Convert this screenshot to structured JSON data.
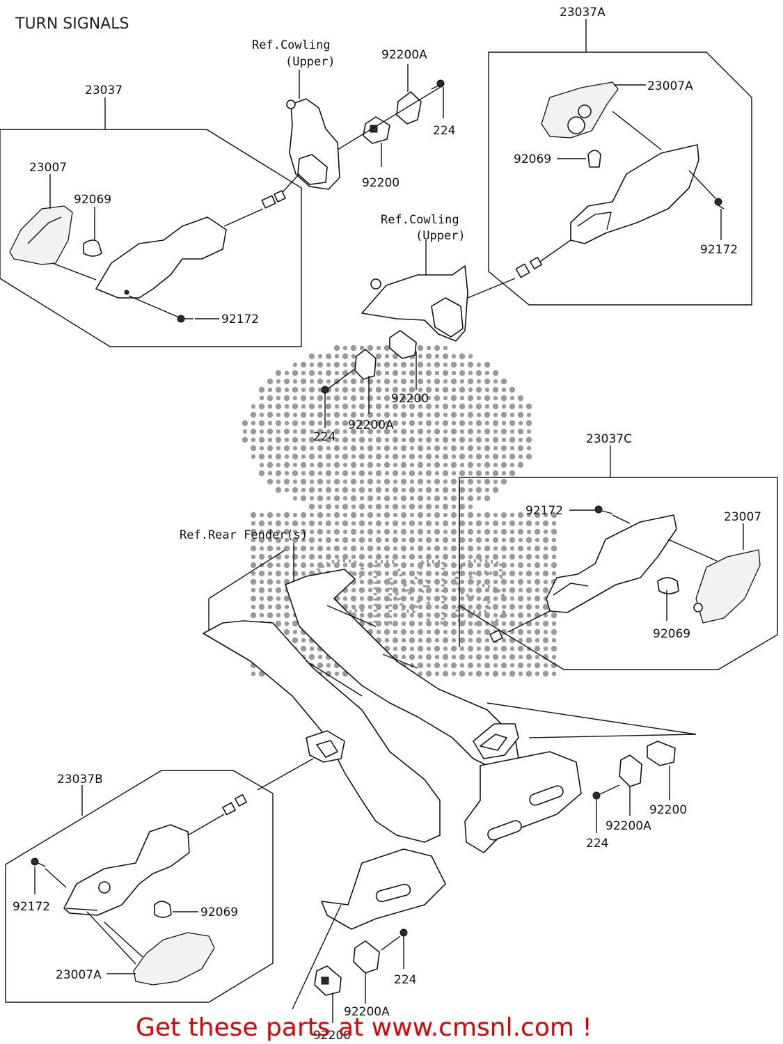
{
  "title": "TURN SIGNALS",
  "labels": {
    "a23037A": "23037A",
    "a23007A_top": "23007A",
    "a92069_tr": "92069",
    "a92172_tr": "92172",
    "ref_cowl1": "Ref.Cowling",
    "ref_cowl1_sub": "(Upper)",
    "a92200A_top": "92200A",
    "a224_top": "224",
    "a92200_top": "92200",
    "a23037": "23037",
    "a23007_tl": "23007",
    "a92069_tl": "92069",
    "a92172_tl": "92172",
    "ref_cowl2": "Ref.Cowling",
    "ref_cowl2_sub": "(Upper)",
    "a92200_mid": "92200",
    "a92200A_mid": "92200A",
    "a224_mid": "224",
    "a23037C": "23037C",
    "a92172_mr": "92172",
    "a23007_mr": "23007",
    "a92069_mr": "92069",
    "ref_rear": "Ref.Rear Fender(s)",
    "a92200_br": "92200",
    "a92200A_br": "92200A",
    "a224_br": "224",
    "a23037B": "23037B",
    "a92172_bl": "92172",
    "a92069_bl": "92069",
    "a23007A_bl": "23007A",
    "a224_bot": "224",
    "a92200A_bot": "92200A",
    "a92200_bot": "92200"
  },
  "watermark": "CMS",
  "footer": "Get these parts at www.cmsnl.com !",
  "colors": {
    "footer": "#e00000",
    "watermark": "#9a9a9a",
    "line": "#111111"
  }
}
